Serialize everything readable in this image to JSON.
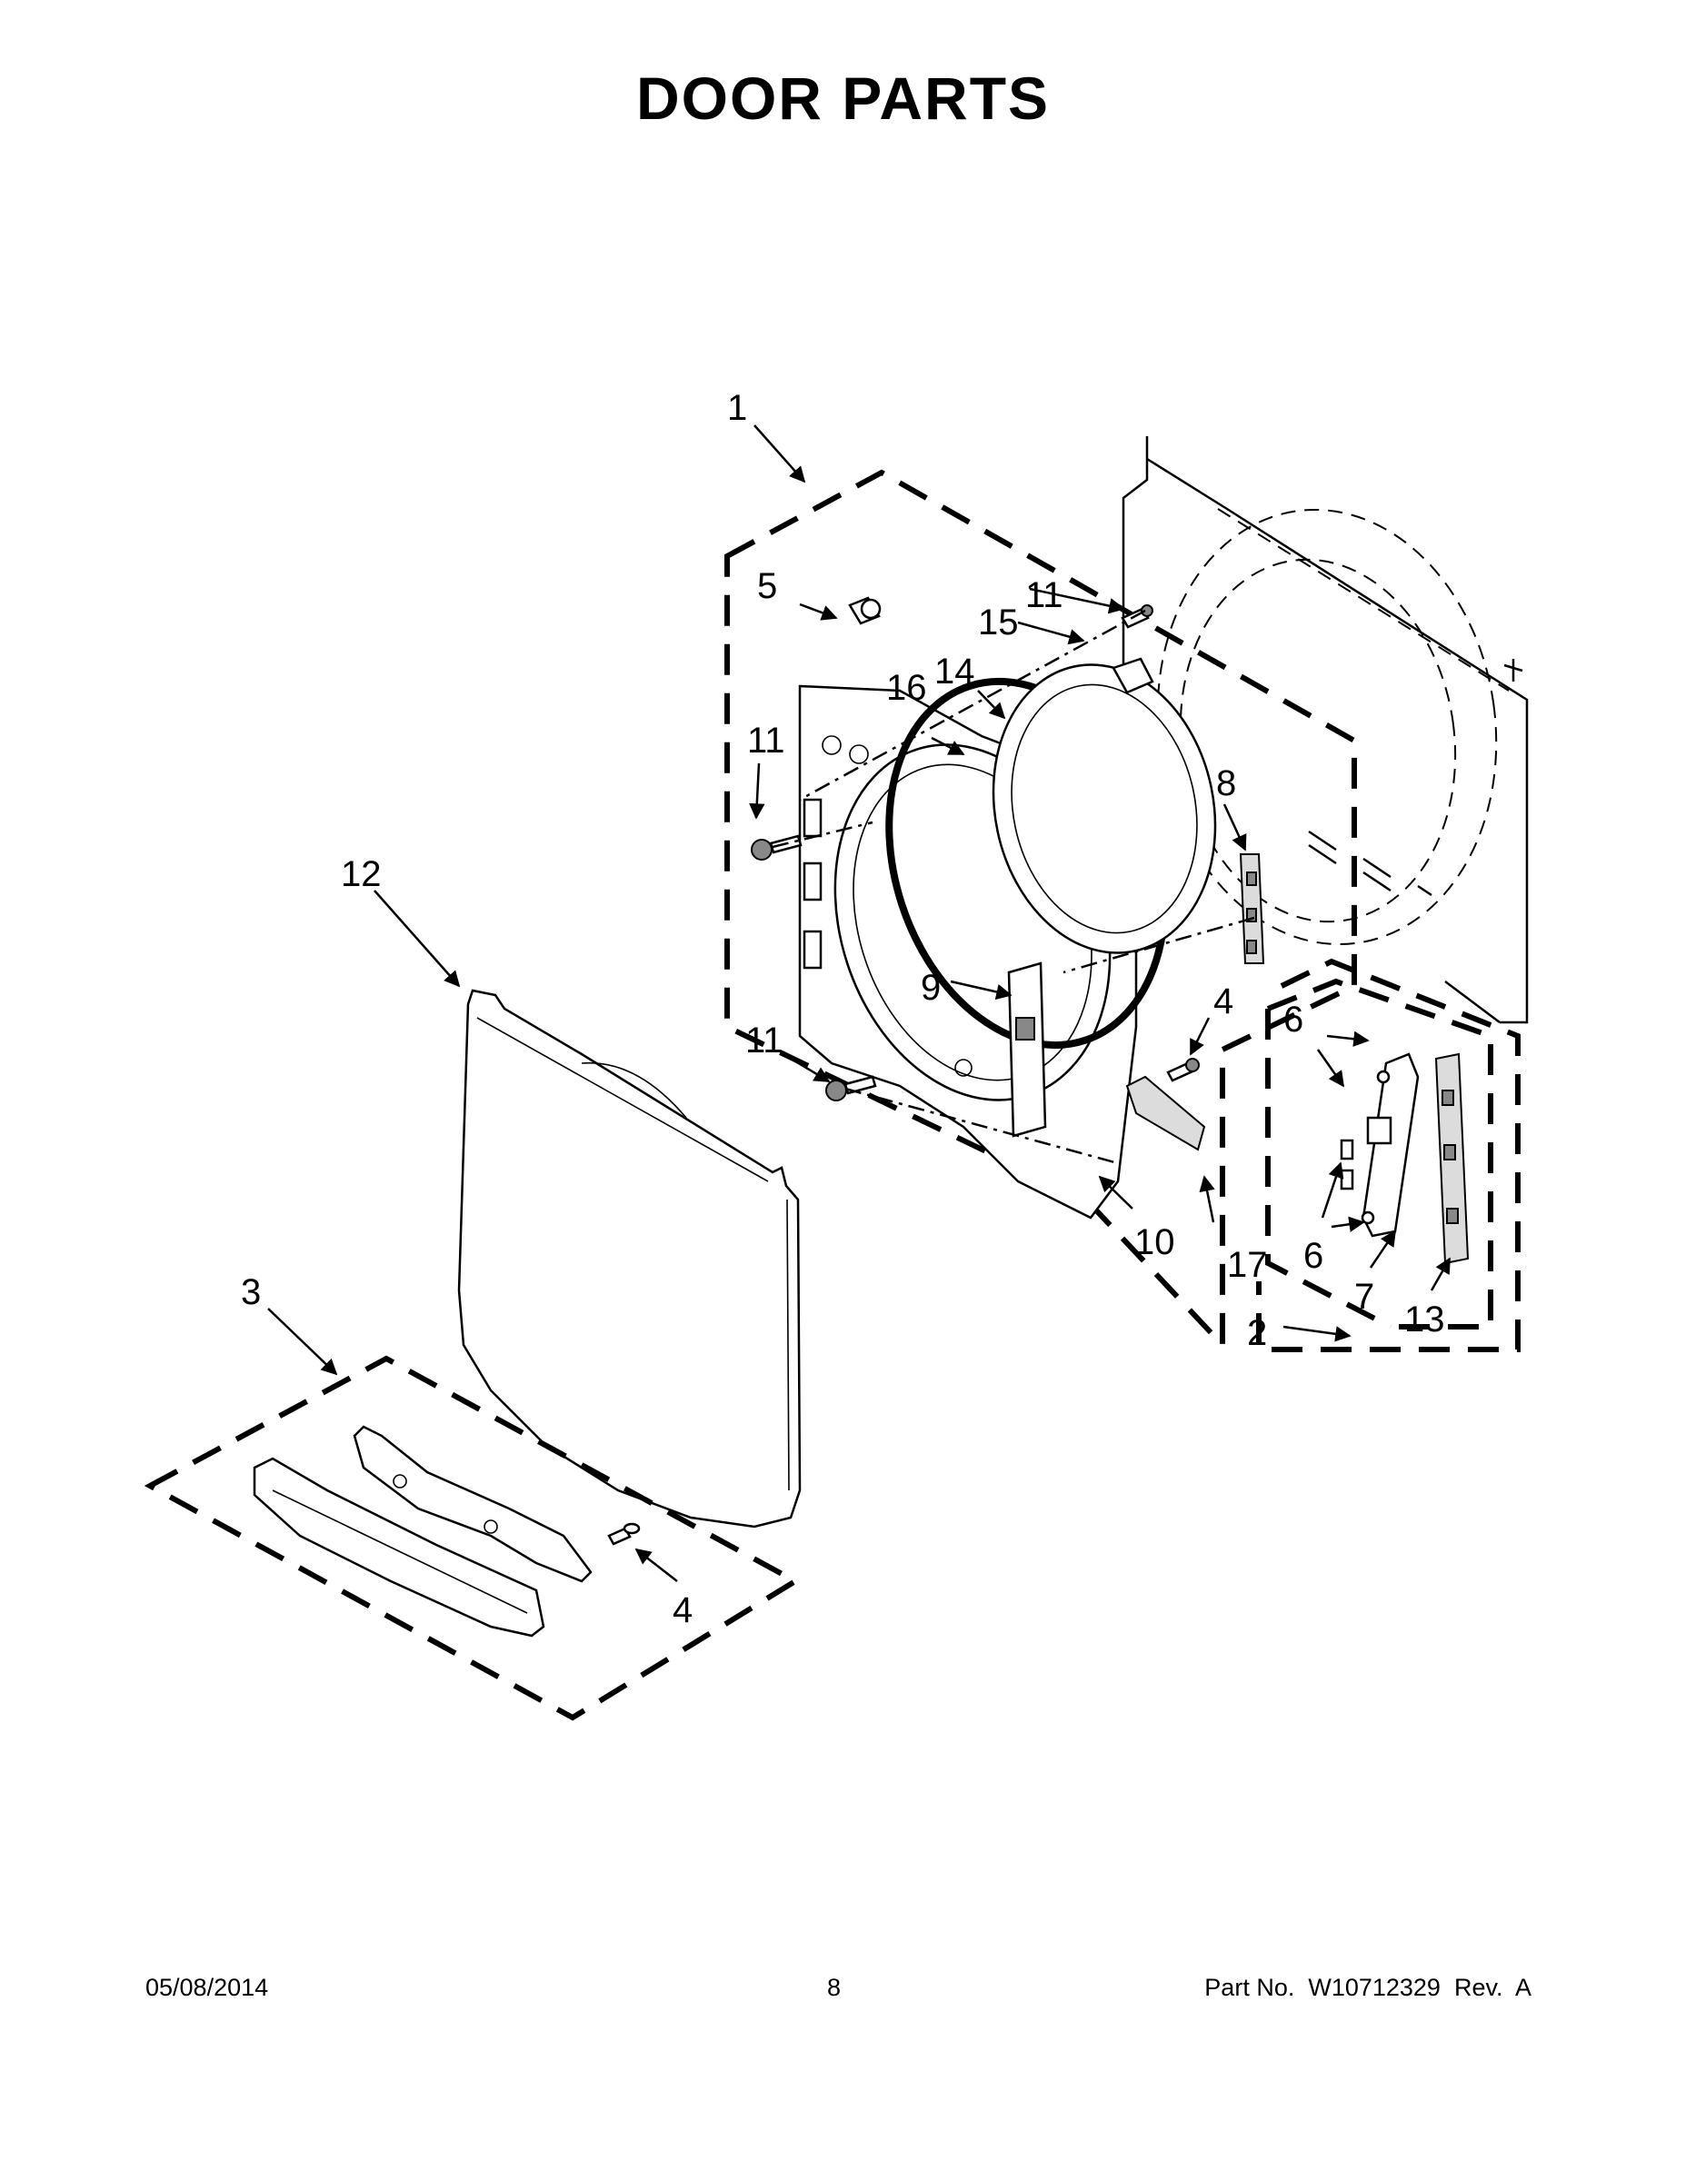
{
  "title": "DOOR PARTS",
  "footer": {
    "date": "05/08/2014",
    "page": "8",
    "part_number": "Part No.  W10712329  Rev.  A"
  },
  "callouts": {
    "c1": "1",
    "c2": "2",
    "c3": "3",
    "c4a": "4",
    "c4b": "4",
    "c5": "5",
    "c6a": "6",
    "c6b": "6",
    "c7": "7",
    "c8": "8",
    "c9": "9",
    "c10": "10",
    "c11a": "11",
    "c11b": "11",
    "c11c": "11",
    "c12": "12",
    "c13": "13",
    "c14": "14",
    "c15": "15",
    "c16": "16",
    "c17": "17"
  }
}
